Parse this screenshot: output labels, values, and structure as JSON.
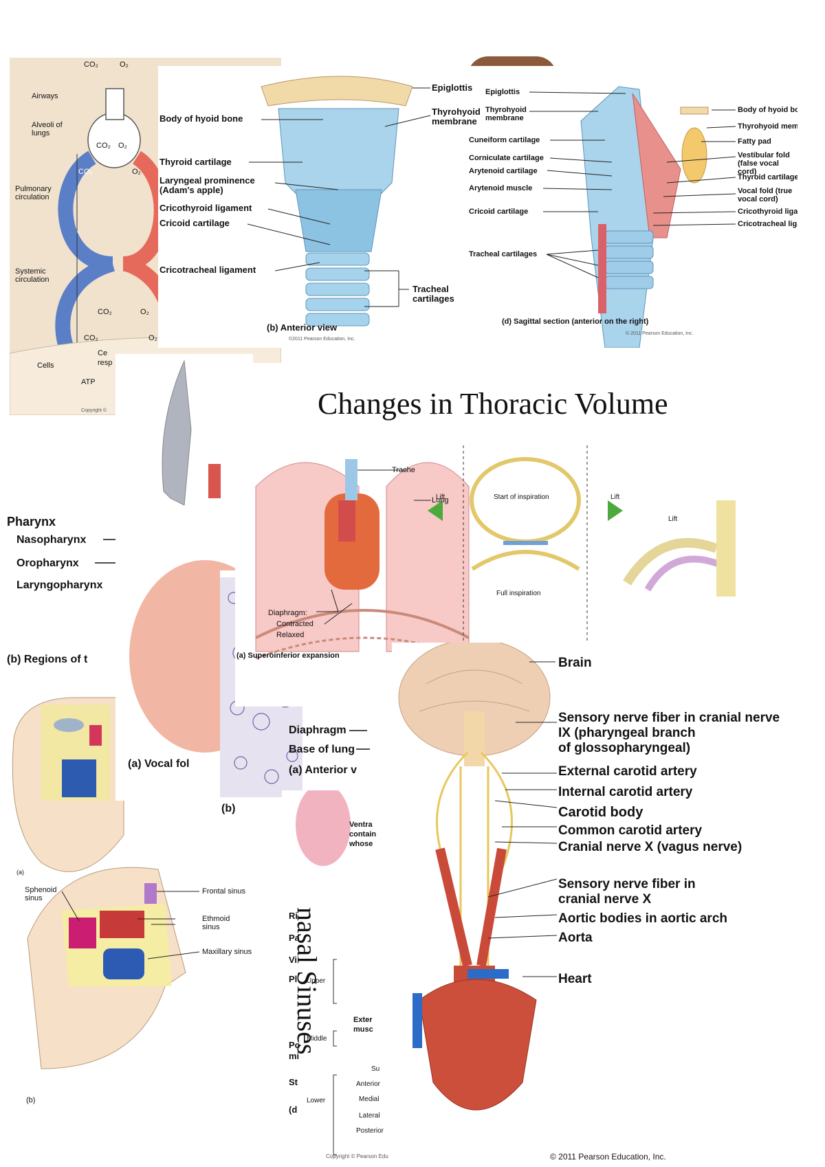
{
  "circulation": {
    "co2_top": "CO₂",
    "o2_top": "O₂",
    "airways": "Airways",
    "alveoli": "Alveoli of lungs",
    "alv_co2": "CO₂",
    "alv_o2": "O₂",
    "pulm_co2": "CO₂",
    "pulm_o2": "O₂",
    "pulmonary": "Pulmonary circulation",
    "systemic": "Systemic circulation",
    "sys_co2": "CO₂",
    "sys_o2": "O₂",
    "cell_co2": "CO₂",
    "cell_o2": "O₂",
    "cells": "Cells",
    "ce": "Ce",
    "resp": "resp",
    "atp": "ATP",
    "copyright": "Copyright ©"
  },
  "larynx_anterior": {
    "epiglottis": "Epiglottis",
    "hyoid": "Body of hyoid bone",
    "thyrohyoid": "Thyrohyoid membrane",
    "thyroid": "Thyroid cartilage",
    "prominence": "Laryngeal prominence (Adam's apple)",
    "cricothyroid": "Cricothyroid ligament",
    "cricoid": "Cricoid cartilage",
    "cricotracheal": "Cricotracheal ligament",
    "tracheal": "Tracheal cartilages",
    "caption": "(b) Anterior view",
    "copyright": "©2011 Pearson Education, Inc."
  },
  "larynx_sagittal": {
    "epiglottis": "Epiglottis",
    "thyrohyoid": "Thyrohyoid membrane",
    "cuneiform": "Cuneiform cartilage",
    "corniculate": "Corniculate cartilage",
    "arytenoid": "Arytenoid cartilage",
    "arytenoid_muscle": "Arytenoid muscle",
    "cricoid": "Cricoid cartilage",
    "tracheal": "Tracheal cartilages",
    "hyoid": "Body of hyoid bone",
    "thyrohyoid_r": "Thyrohyoid membrane",
    "fatty": "Fatty pad",
    "vestibular": "Vestibular fold (false vocal cord)",
    "thyroid": "Thyroid cartilage",
    "vocal": "Vocal fold (true vocal cord)",
    "cricothyroid": "Cricothyroid ligament",
    "cricotracheal": "Cricotracheal ligament",
    "caption": "(d) Sagittal section (anterior on the right)",
    "copyright": "© 2011 Pearson Education, Inc."
  },
  "thoracic": {
    "title": "Changes in Thoracic Volume",
    "trachea": "Trache",
    "lung": "Lung",
    "diaphragm": "Diaphragm:",
    "contracted": "Contracted",
    "relaxed": "Relaxed",
    "caption": "(a) Superoinferior expansion",
    "lift_left": "Lift",
    "lift_right": "Lift",
    "start": "Start of inspiration",
    "full": "Full inspiration",
    "lift3": "Lift"
  },
  "pharynx": {
    "title": "Pharynx",
    "naso": "Nasopharynx",
    "oro": "Oropharynx",
    "laryngo": "Laryngopharynx",
    "caption": "(b) Regions of t"
  },
  "vocal": {
    "caption": "(a) Vocal fol"
  },
  "lung_lower": {
    "diaphragm": "Diaphragm",
    "base": "Base of lung",
    "caption": "(a) Anterior v",
    "b": "(b)"
  },
  "sinus": {
    "a": "(a)",
    "sphenoid": "Sphenoid sinus",
    "frontal": "Frontal sinus",
    "ethmoid": "Ethmoid sinus",
    "maxillary": "Maxillary sinus",
    "b": "(b)",
    "title": "nasal Sinuses"
  },
  "partial": {
    "ventral": "Ventra",
    "contain": "contain",
    "whose": "whose",
    "r": "Ri",
    "pa": "Pa",
    "vi": "Vi",
    "pl": "Pl",
    "upper": "Upper",
    "exter": "Exter",
    "musc": "musc",
    "middle": "Middle",
    "po": "Po",
    "mi": "mi",
    "st": "St",
    "su": "Su",
    "anterior": "Anterior",
    "medial": "Medial",
    "lower": "Lower",
    "lateral": "Lateral",
    "posterior": "Posterior",
    "d": "(d",
    "copyright": "Copyright © Pearson Edu"
  },
  "carotid": {
    "brain": "Brain",
    "sensory1": "Sensory nerve fiber in cranial nerve",
    "sensory1b": "IX (pharyngeal branch",
    "sensory1c": "of glossopharyngeal)",
    "external": "External carotid artery",
    "internal": "Internal carotid artery",
    "body": "Carotid body",
    "common": "Common carotid artery",
    "vagus": "Cranial nerve X (vagus nerve)",
    "sensory2": "Sensory nerve fiber in",
    "sensory2b": "cranial nerve X",
    "aortic_bold": "Aortic bodies",
    "aortic_rest": " in aortic arch",
    "aorta": "Aorta",
    "heart": "Heart",
    "copyright": "© 2011 Pearson Education, Inc."
  }
}
